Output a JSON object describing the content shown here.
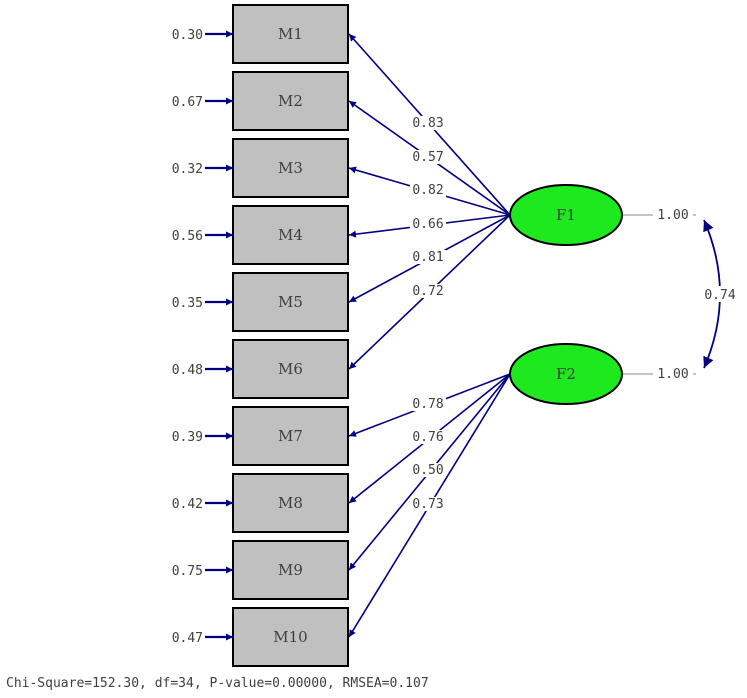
{
  "measures": [
    {
      "label": "M1",
      "error": "0.30",
      "loading": "0.83",
      "factor": "F1"
    },
    {
      "label": "M2",
      "error": "0.67",
      "loading": "0.57",
      "factor": "F1"
    },
    {
      "label": "M3",
      "error": "0.32",
      "loading": "0.82",
      "factor": "F1"
    },
    {
      "label": "M4",
      "error": "0.56",
      "loading": "0.66",
      "factor": "F1"
    },
    {
      "label": "M5",
      "error": "0.35",
      "loading": "0.81",
      "factor": "F1"
    },
    {
      "label": "M6",
      "error": "0.48",
      "loading": "0.72",
      "factor": "F1"
    },
    {
      "label": "M7",
      "error": "0.39",
      "loading": "0.78",
      "factor": "F2"
    },
    {
      "label": "M8",
      "error": "0.42",
      "loading": "0.76",
      "factor": "F2"
    },
    {
      "label": "M9",
      "error": "0.75",
      "loading": "0.50",
      "factor": "F2"
    },
    {
      "label": "M10",
      "error": "0.47",
      "loading": "0.73",
      "factor": "F2"
    }
  ],
  "factors": [
    {
      "label": "F1",
      "variance": "1.00"
    },
    {
      "label": "F2",
      "variance": "1.00"
    }
  ],
  "correlation": "0.74",
  "fit_summary": "Chi-Square=152.30, df=34, P-value=0.00000, RMSEA=0.107",
  "colors": {
    "box_fill": "#c0c0c0",
    "factor_fill": "#1ee81e",
    "arrow": "#000080",
    "text": "#404040"
  }
}
